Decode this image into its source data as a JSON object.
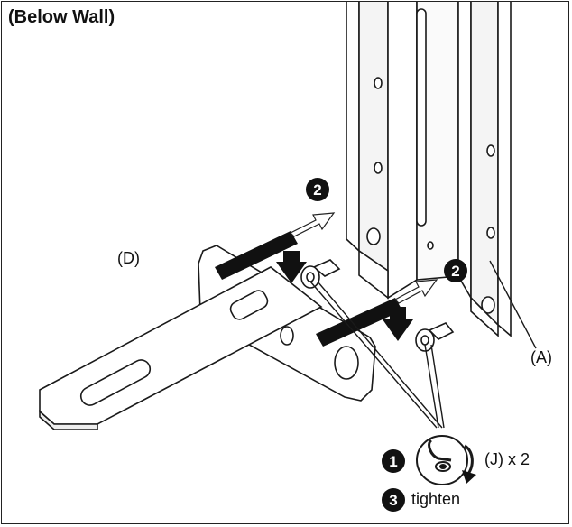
{
  "title": "(Below Wall)",
  "labels": {
    "part_a": "(A)",
    "part_d": "(D)",
    "screw_count": "(J) x 2",
    "tighten": "tighten"
  },
  "steps": {
    "step1": "1",
    "step2": "2",
    "step3": "3"
  },
  "colors": {
    "line": "#1a1a1a",
    "fill_light": "#ffffff",
    "badge": "#111111"
  }
}
